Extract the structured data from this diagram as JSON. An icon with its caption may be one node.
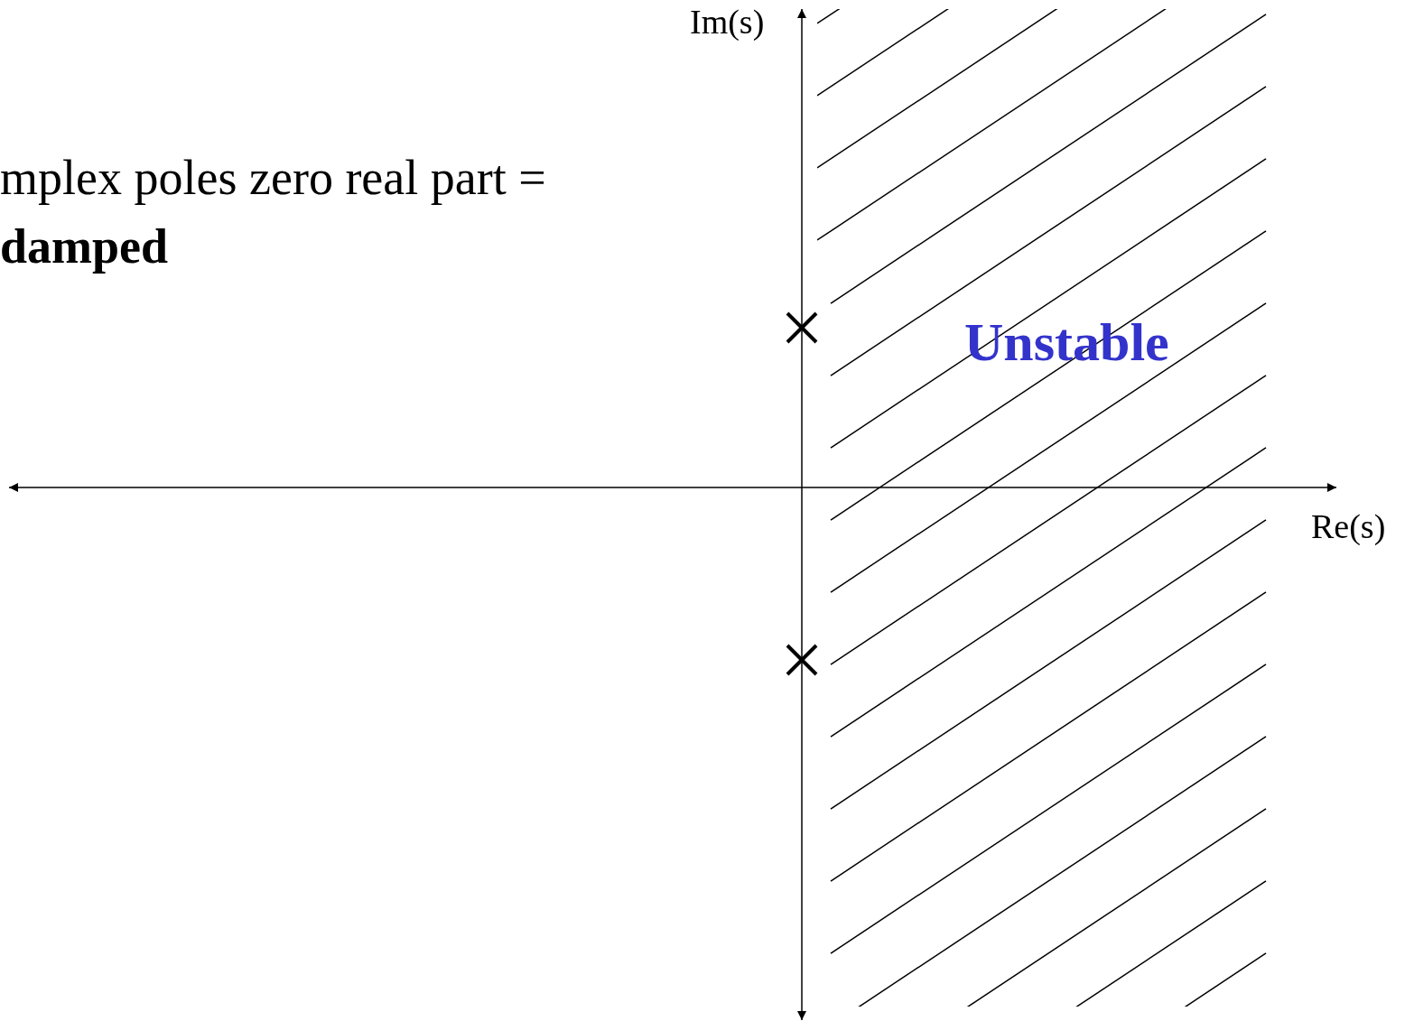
{
  "diagram": {
    "labels": [
      "Im(s)",
      "mplex poles zero real part = **damped**",
      "Unstable",
      "Re(s)"
    ]
  }
}
